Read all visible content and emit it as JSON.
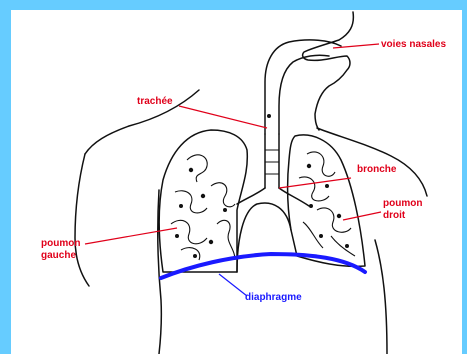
{
  "labels": {
    "voies_nasales": "voies nasales",
    "trachee": "trachée",
    "bronche": "bronche",
    "poumon_droit_1": "poumon",
    "poumon_droit_2": "droit",
    "poumon_gauche_1": "poumon",
    "poumon_gauche_2": "gauche",
    "diaphragme": "diaphragme"
  },
  "colors": {
    "background": "#66ccff",
    "panel": "#ffffff",
    "outline": "#111111",
    "label_red": "#e0001a",
    "diaphragm_blue": "#1a1aff"
  }
}
